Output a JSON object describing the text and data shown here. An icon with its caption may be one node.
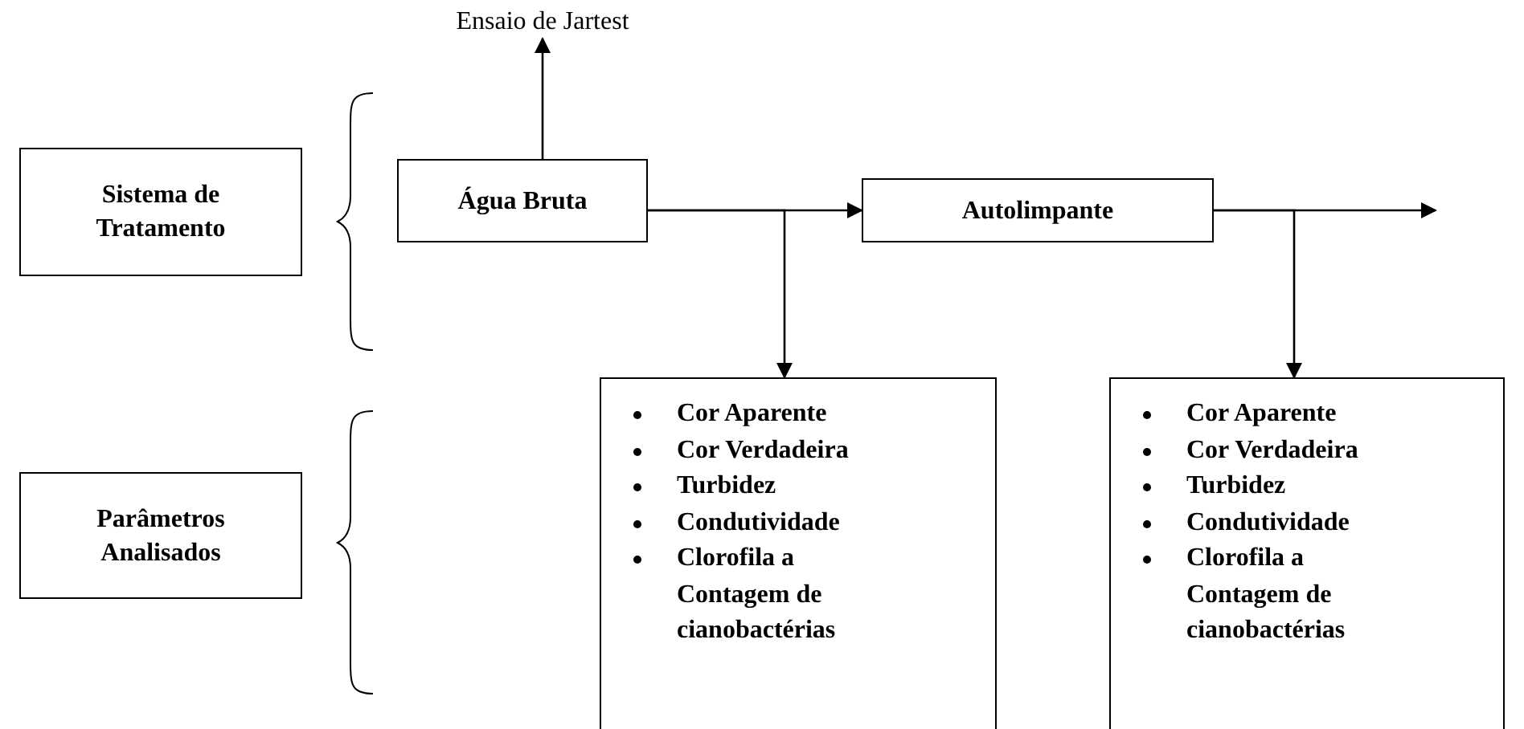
{
  "diagram": {
    "nodes": [
      {
        "text": [
          "Sistema de Tratamento"
        ]
      },
      {
        "text": [
          "Parâmetros Analisados"
        ]
      },
      {
        "text": [
          "Ensaio de Jartest"
        ]
      },
      {
        "text": [
          "Água Bruta"
        ]
      },
      {
        "text": [
          "Autolimpante"
        ]
      },
      {
        "text": [
          "Cor Aparente",
          "Cor Verdadeira",
          "Turbidez",
          "Condutividade",
          "Clorofila a Contagem de cianobactérias"
        ]
      },
      {
        "text": [
          "Cor Aparente",
          "Cor Verdadeira",
          "Turbidez",
          "Condutividade",
          "Clorofila a Contagem de cianobactérias"
        ]
      }
    ],
    "edges": [
      {
        "from": 3,
        "to": 2,
        "arrow": "to"
      },
      {
        "from": 3,
        "to": 4,
        "arrow": "to"
      },
      {
        "from": 3,
        "to": 5,
        "arrow": "to"
      },
      {
        "from": 4,
        "to": null,
        "arrow": "to"
      },
      {
        "from": 4,
        "to": 6,
        "arrow": "to"
      }
    ]
  }
}
